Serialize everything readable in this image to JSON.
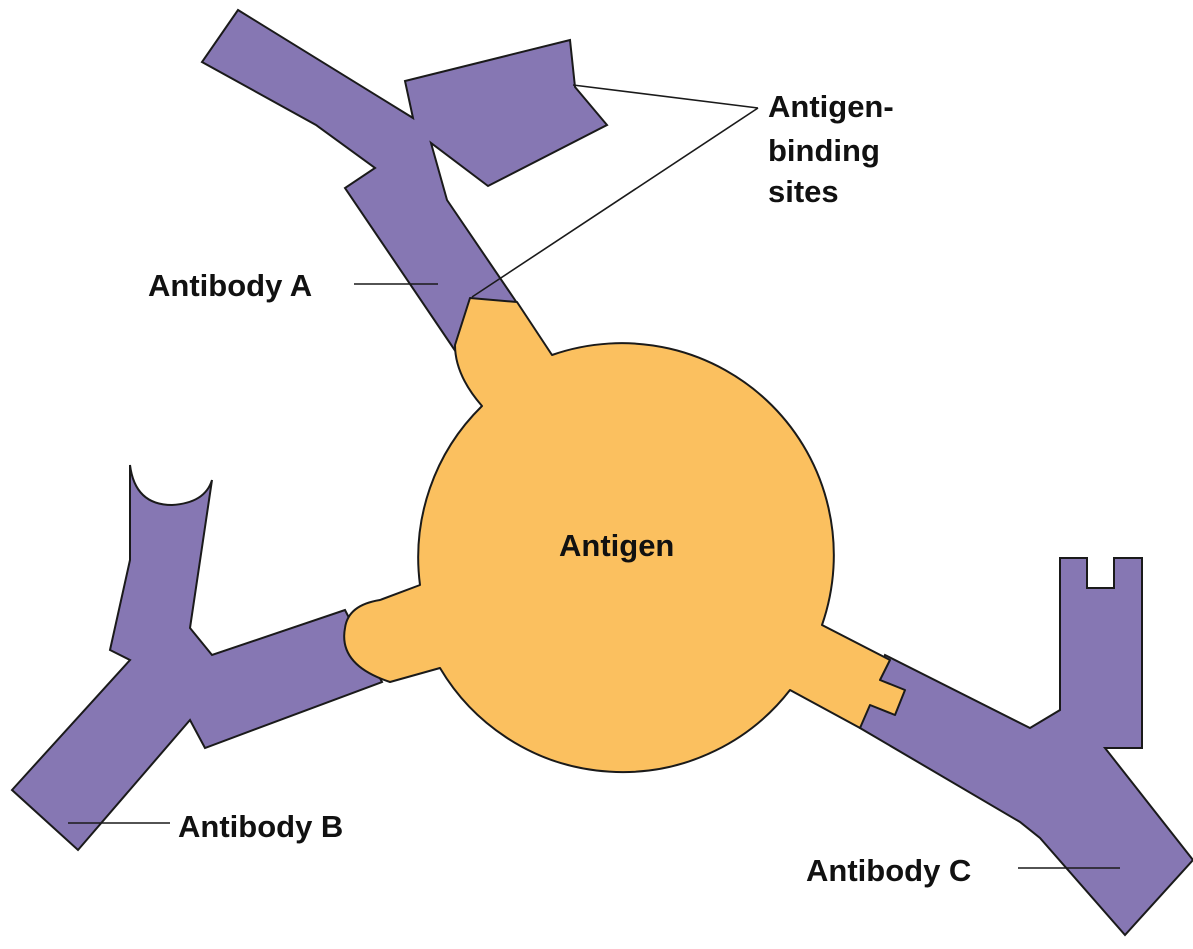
{
  "colors": {
    "antibody": "#8677b3",
    "antigen": "#fbc05f",
    "outline": "#1a1a1a",
    "background": "#ffffff"
  },
  "labels": {
    "antigen": "Antigen",
    "binding_sites": [
      "Antigen-",
      "binding",
      "sites"
    ],
    "antibody_a": "Antibody A",
    "antibody_b": "Antibody B",
    "antibody_c": "Antibody C"
  }
}
